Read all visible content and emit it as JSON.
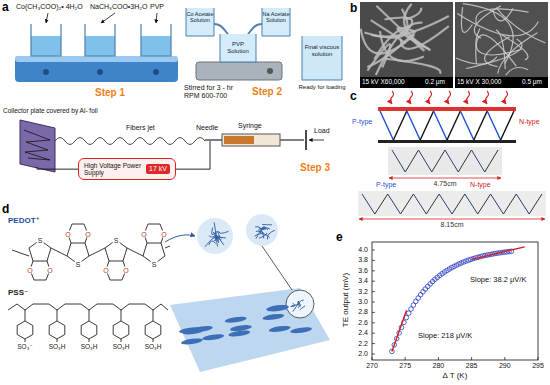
{
  "diagram": {
    "nodes": [
      {
        "text": [
          "High Voltage Power Supply",
          "17 kV"
        ]
      }
    ],
    "labels": [
      "a",
      "Co(CH₃COO)₂• 4H₂O",
      "NaCH₃COO•3H₂O",
      "PVP",
      "Co Acetate Solution",
      "Na Acetate Solution",
      "PVP Solution",
      "Final viscous solution",
      "Ready for loading",
      "Stirred for 3 - hr",
      "RPM 600-700",
      "Step 1",
      "Step 2",
      "Collector plate covered by Al- foil",
      "Fibers jet",
      "Needle",
      "Syringe",
      "Load",
      "Step 3",
      "b",
      "15 kV X60,000",
      "0.2 μm",
      "15 kV X 30,000",
      "0.5 μm",
      "c",
      "P-type",
      "N-type",
      "4.75cm",
      "P-type",
      "N-type",
      "8.15cm",
      "d",
      "PEDOT⁺",
      "PSS⁻",
      "S",
      "S",
      "S",
      "S",
      "O",
      "O",
      "O",
      "O",
      "O",
      "O",
      "O",
      "O",
      "SO₃⁻",
      "SO₃H",
      "SO₃H",
      "SO₃H",
      "SO₃H",
      "e",
      "TE output (mV)",
      "Δ T (K)",
      "Slope: 38.2 μV/K",
      "Slope: 218 μV/K",
      "2.0",
      "2.2",
      "2.4",
      "2.6",
      "2.8",
      "3.0",
      "3.2",
      "3.4",
      "3.6",
      "3.8",
      "4.0",
      "270",
      "275",
      "280",
      "285",
      "290",
      "295"
    ]
  }
}
